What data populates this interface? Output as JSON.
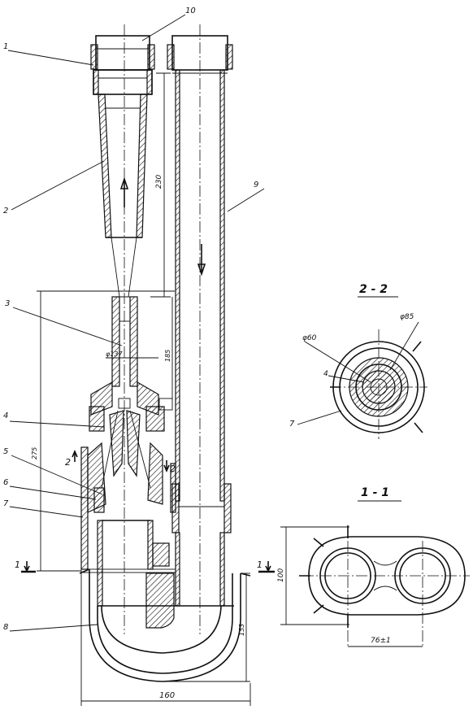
{
  "labels": {
    "l1": "1",
    "l2": "2",
    "l3": "3",
    "l4": "4",
    "l5": "5",
    "l6": "6",
    "l7": "7",
    "l8": "8",
    "l9": "9",
    "l10": "10"
  },
  "dims": {
    "d230": "230",
    "d137": "φ137",
    "d185": "185",
    "d275": "275",
    "d100": "100",
    "d160": "160",
    "d153": "153",
    "d76": "76±1",
    "d60": "φ60",
    "d85": "φ85"
  },
  "sections": {
    "s22": "2 - 2",
    "s11": "1 - 1",
    "cut1": "1",
    "cut2": "2",
    "v4": "4",
    "v7": "7"
  }
}
